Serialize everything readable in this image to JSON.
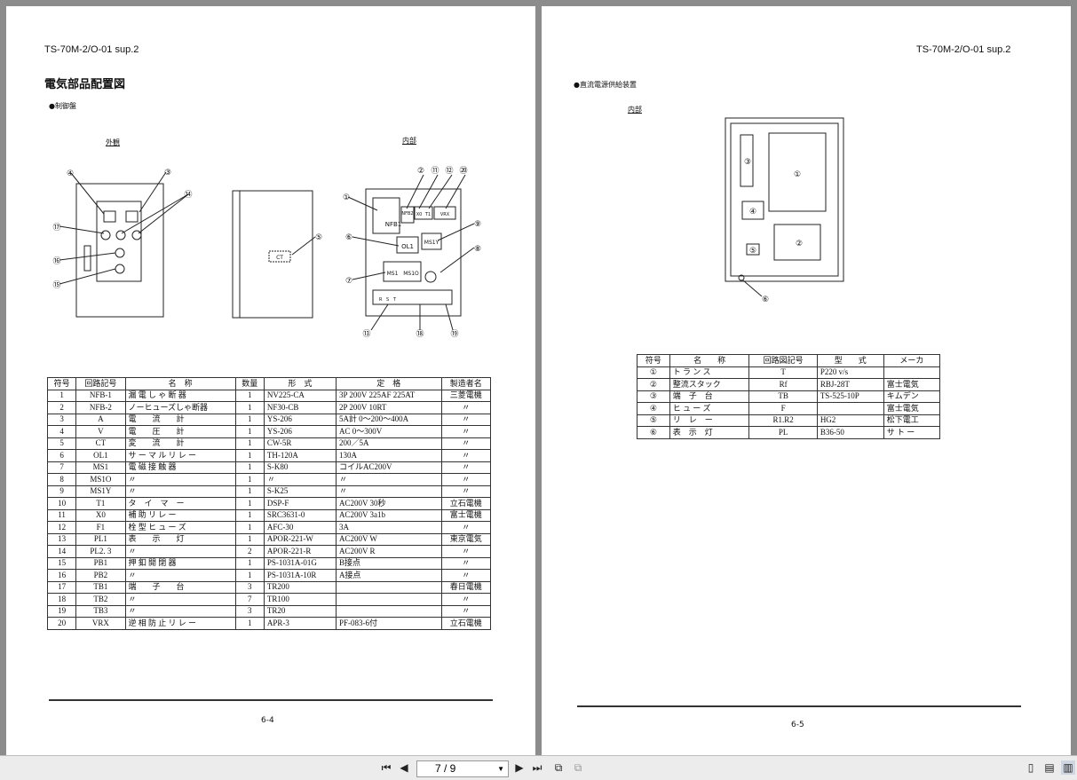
{
  "left_page": {
    "header_code": "TS-70M-2/O-01 sup.2",
    "title": "電気部品配置図",
    "section": "●制御盤",
    "label_exterior": "外観",
    "label_interior": "内部",
    "callouts_exterior": [
      "④",
      "③",
      "⑭",
      "⑰",
      "⑯",
      "⑮"
    ],
    "callout_ct": "⑤",
    "ct_label": "CT",
    "callouts_interior": [
      "①",
      "②",
      "⑪",
      "⑫",
      "⑳",
      "⑥",
      "⑨",
      "⑧",
      "⑦",
      "⑬",
      "⑱",
      "⑲"
    ],
    "component_labels": [
      "NFB1",
      "NFB2",
      "X0",
      "T1",
      "VRX",
      "OL1",
      "MS1Y",
      "MS1",
      "MS1O"
    ],
    "terminal_labels": [
      "R",
      "S",
      "T"
    ],
    "table_headers": [
      "符号",
      "回路記号",
      "名　称",
      "数量",
      "形　式",
      "定　格",
      "製造者名"
    ],
    "table_rows": [
      [
        "1",
        "NFB-1",
        "漏 電 し ゃ 断 器",
        "1",
        "NV225-CA",
        "3P 200V 225AF 225AT",
        "三菱電機"
      ],
      [
        "2",
        "NFB-2",
        "ノーヒューズしゃ断器",
        "1",
        "NF30-CB",
        "2P 200V 10RT",
        "〃"
      ],
      [
        "3",
        "A",
        "電　　流　　計",
        "1",
        "YS-206",
        "5A計 0～200～400A",
        "〃"
      ],
      [
        "4",
        "V",
        "電　　圧　　計",
        "1",
        "YS-206",
        "AC 0～300V",
        "〃"
      ],
      [
        "5",
        "CT",
        "変　　流　　計",
        "1",
        "CW-5R",
        "200／5A",
        "〃"
      ],
      [
        "6",
        "OL1",
        "サ ー マ ル リ レ ー",
        "1",
        "TH-120A",
        "130A",
        "〃"
      ],
      [
        "7",
        "MS1",
        "電 磁 接 触 器",
        "1",
        "S-K80",
        "コイルAC200V",
        "〃"
      ],
      [
        "8",
        "MS1O",
        "〃",
        "1",
        "〃",
        "〃",
        "〃"
      ],
      [
        "9",
        "MS1Y",
        "〃",
        "1",
        "S-K25",
        "〃",
        "〃"
      ],
      [
        "10",
        "T1",
        "タ　イ　マ　ー",
        "1",
        "DSP-F",
        "AC200V 30秒",
        "立石電機"
      ],
      [
        "11",
        "X0",
        "補 助 リ レ ー",
        "1",
        "SRC3631-0",
        "AC200V 3a1b",
        "富士電機"
      ],
      [
        "12",
        "F1",
        "栓 型 ヒ ュ ー ズ",
        "1",
        "AFC-30",
        "3A",
        "〃"
      ],
      [
        "13",
        "PL1",
        "表　　示　　灯",
        "1",
        "APOR-221-W",
        "AC200V W",
        "東京電気"
      ],
      [
        "14",
        "PL2. 3",
        "〃",
        "2",
        "APOR-221-R",
        "AC200V R",
        "〃"
      ],
      [
        "15",
        "PB1",
        "押 釦 開 閉 器",
        "1",
        "PS-1031A-01G",
        "B接点",
        "〃"
      ],
      [
        "16",
        "PB2",
        "〃",
        "1",
        "PS-1031A-10R",
        "A接点",
        "〃"
      ],
      [
        "17",
        "TB1",
        "端　　子　　台",
        "3",
        "TR200",
        "",
        "春日電機"
      ],
      [
        "18",
        "TB2",
        "〃",
        "7",
        "TR100",
        "",
        "〃"
      ],
      [
        "19",
        "TB3",
        "〃",
        "3",
        "TR20",
        "",
        "〃"
      ],
      [
        "20",
        "VRX",
        "逆 相 防 止 リ レ ー",
        "1",
        "APR-3",
        "PF-083-6付",
        "立石電機"
      ]
    ],
    "page_number": "6-4"
  },
  "right_page": {
    "header_code": "TS-70M-2/O-01 sup.2",
    "section": "●直流電源供給装置",
    "label_interior": "内部",
    "callouts": [
      "①",
      "②",
      "③",
      "④",
      "⑤",
      "⑥"
    ],
    "table_headers": [
      "符号",
      "名　　称",
      "回路図記号",
      "型　　式",
      "メーカ"
    ],
    "table_rows": [
      [
        "①",
        "ト ラ ン ス",
        "T",
        "P220 v/s",
        ""
      ],
      [
        "②",
        "整流スタック",
        "Rf",
        "RBJ-28T",
        "富士電気"
      ],
      [
        "③",
        "端　子　台",
        "TB",
        "TS-525-10P",
        "キムデン"
      ],
      [
        "④",
        "ヒ ュ ー ズ",
        "F",
        "",
        "富士電気"
      ],
      [
        "⑤",
        "リ　レ　ー",
        "R1.R2",
        "HG2",
        "松下電工"
      ],
      [
        "⑥",
        "表　示　灯",
        "PL",
        "B36-50",
        "サ ト ー"
      ]
    ],
    "page_number": "6-5"
  },
  "toolbar": {
    "page_indicator": "7 / 9",
    "icons": [
      "first-page-icon",
      "prev-page-icon",
      "next-page-icon",
      "last-page-icon",
      "rotate-icon",
      "fit-icon",
      "single-page-icon",
      "continuous-icon",
      "two-page-icon"
    ]
  }
}
